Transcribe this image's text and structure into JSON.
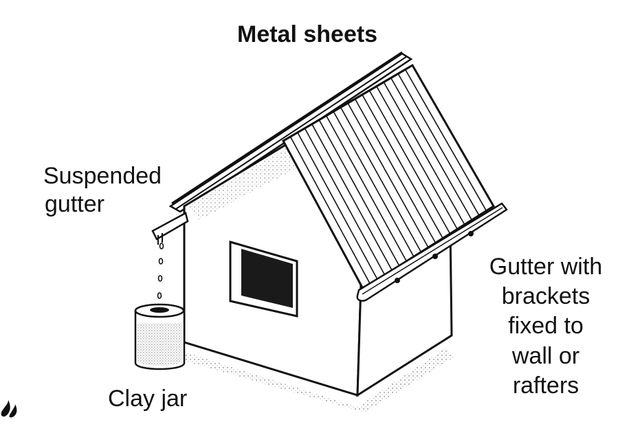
{
  "labels": {
    "title": "Metal sheets",
    "suspended_gutter": [
      "Suspended",
      "gutter"
    ],
    "clay_jar": "Clay jar",
    "gutter_brackets": [
      "Gutter with",
      "brackets",
      "fixed to",
      "wall or",
      "rafters"
    ]
  },
  "colors": {
    "ink": "#111111",
    "background": "#ffffff",
    "window": "#1a1a1a"
  }
}
